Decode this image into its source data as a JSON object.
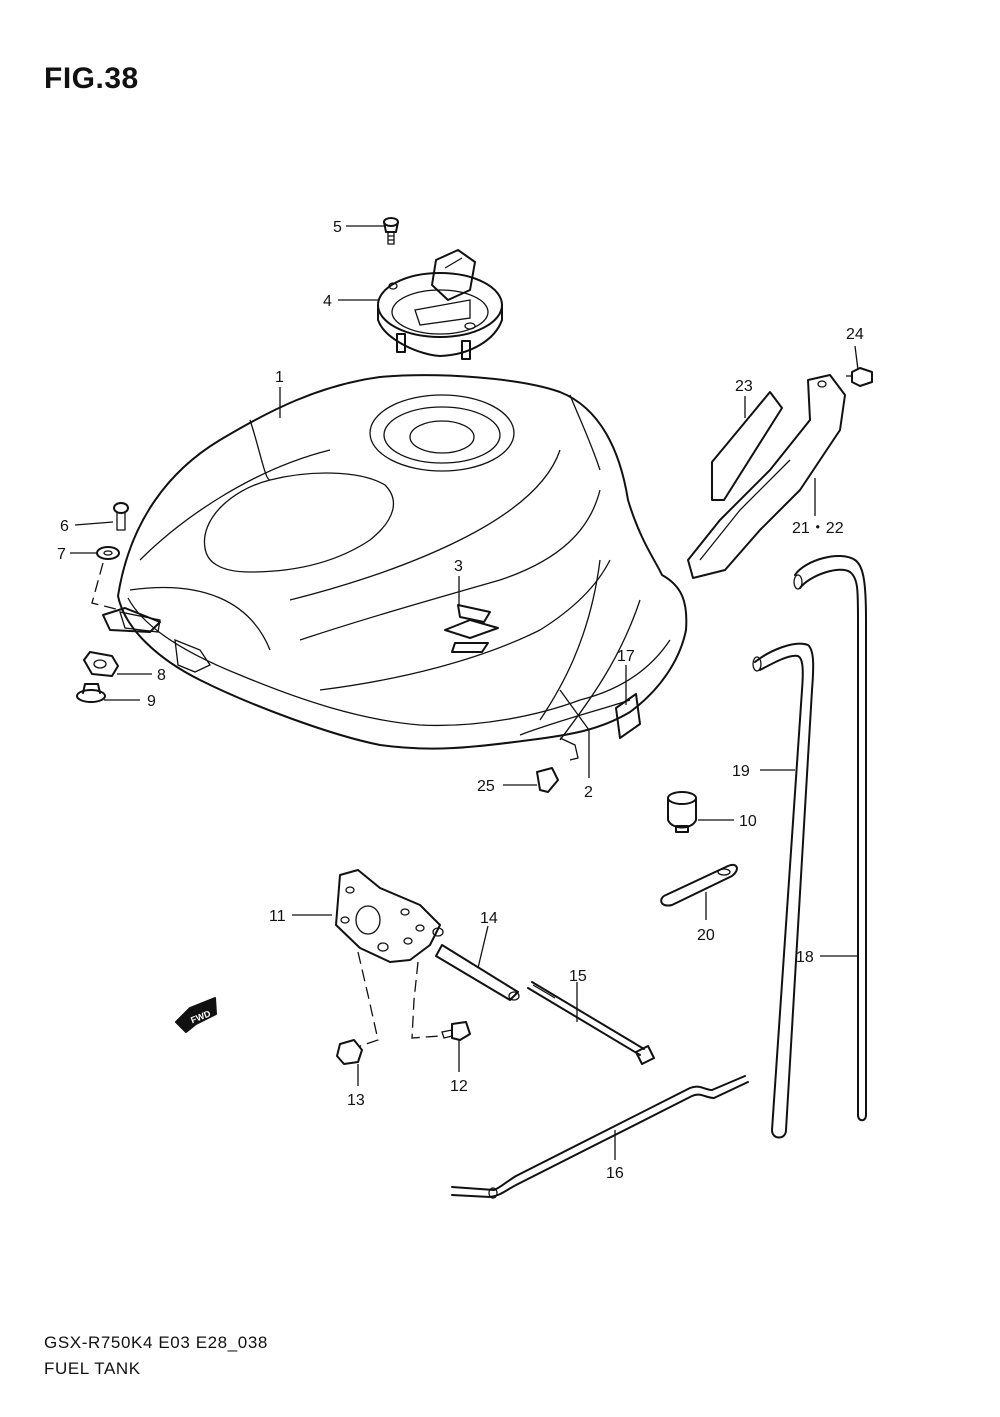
{
  "figure": {
    "title": "FIG.38",
    "model_code": "GSX-R750K4 E03 E28_038",
    "assembly_name": "FUEL TANK"
  },
  "fwd_label": "FWD",
  "callouts": [
    {
      "id": "c1",
      "label": "1"
    },
    {
      "id": "c2",
      "label": "2"
    },
    {
      "id": "c3",
      "label": "3"
    },
    {
      "id": "c4",
      "label": "4"
    },
    {
      "id": "c5",
      "label": "5"
    },
    {
      "id": "c6",
      "label": "6"
    },
    {
      "id": "c7",
      "label": "7"
    },
    {
      "id": "c8",
      "label": "8"
    },
    {
      "id": "c9",
      "label": "9"
    },
    {
      "id": "c10",
      "label": "10"
    },
    {
      "id": "c11",
      "label": "11"
    },
    {
      "id": "c12",
      "label": "12"
    },
    {
      "id": "c13",
      "label": "13"
    },
    {
      "id": "c14",
      "label": "14"
    },
    {
      "id": "c15",
      "label": "15"
    },
    {
      "id": "c16",
      "label": "16"
    },
    {
      "id": "c17",
      "label": "17"
    },
    {
      "id": "c18",
      "label": "18"
    },
    {
      "id": "c19",
      "label": "19"
    },
    {
      "id": "c20",
      "label": "20"
    },
    {
      "id": "c21",
      "label": "21・22"
    },
    {
      "id": "c23",
      "label": "23"
    },
    {
      "id": "c24",
      "label": "24"
    },
    {
      "id": "c25",
      "label": "25"
    }
  ]
}
